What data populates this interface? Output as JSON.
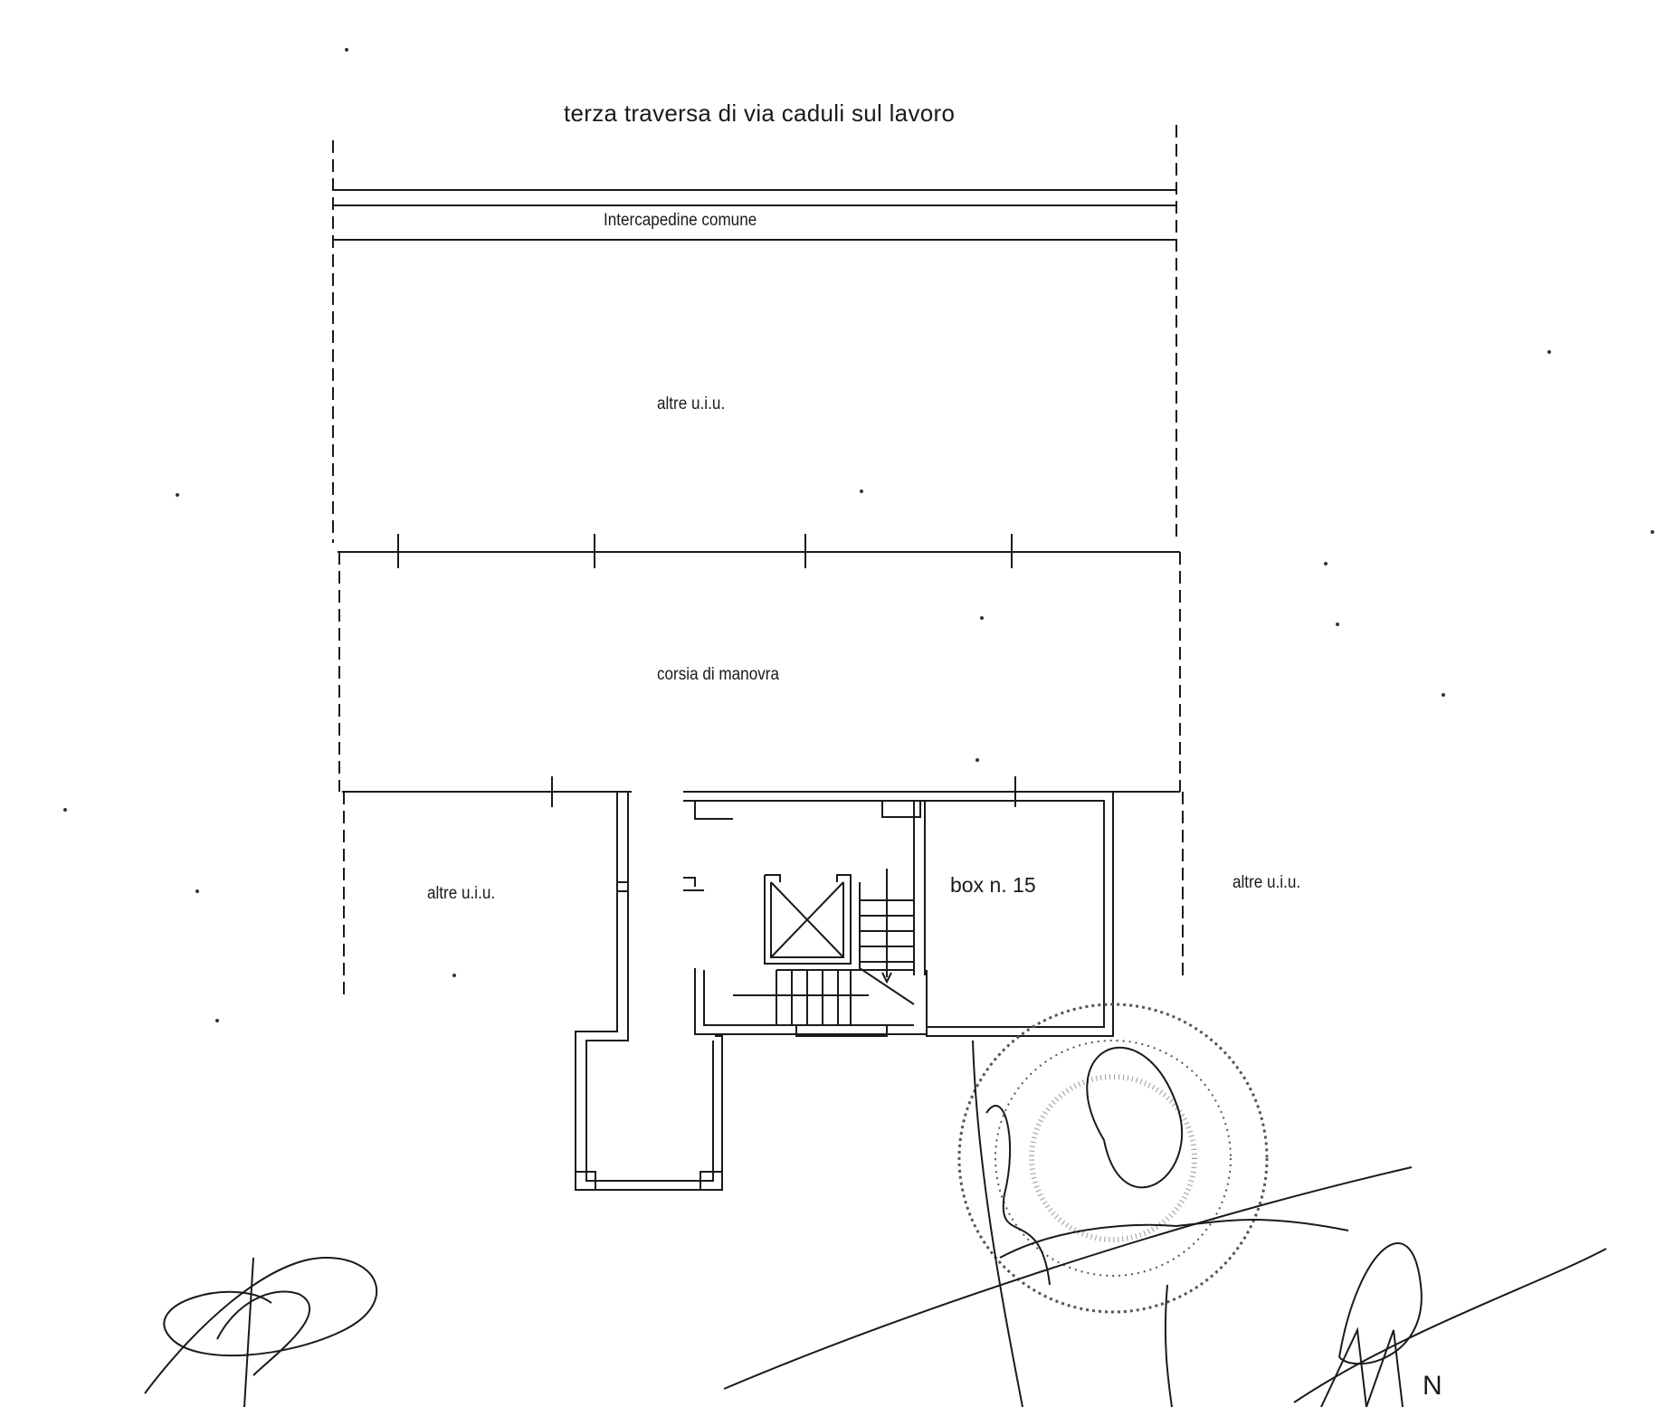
{
  "labels": {
    "street": "terza traversa di via caduli sul lavoro",
    "intercapedine": "Intercapedine comune",
    "altre_top": "altre u.i.u.",
    "corsia": "corsia di manovra",
    "altre_left": "altre u.i.u.",
    "box": "box n. 15",
    "altre_right": "altre u.i.u.",
    "north": "N"
  },
  "colors": {
    "ink": "#1a1a1a",
    "paper": "#ffffff",
    "stamp": "#555555"
  }
}
